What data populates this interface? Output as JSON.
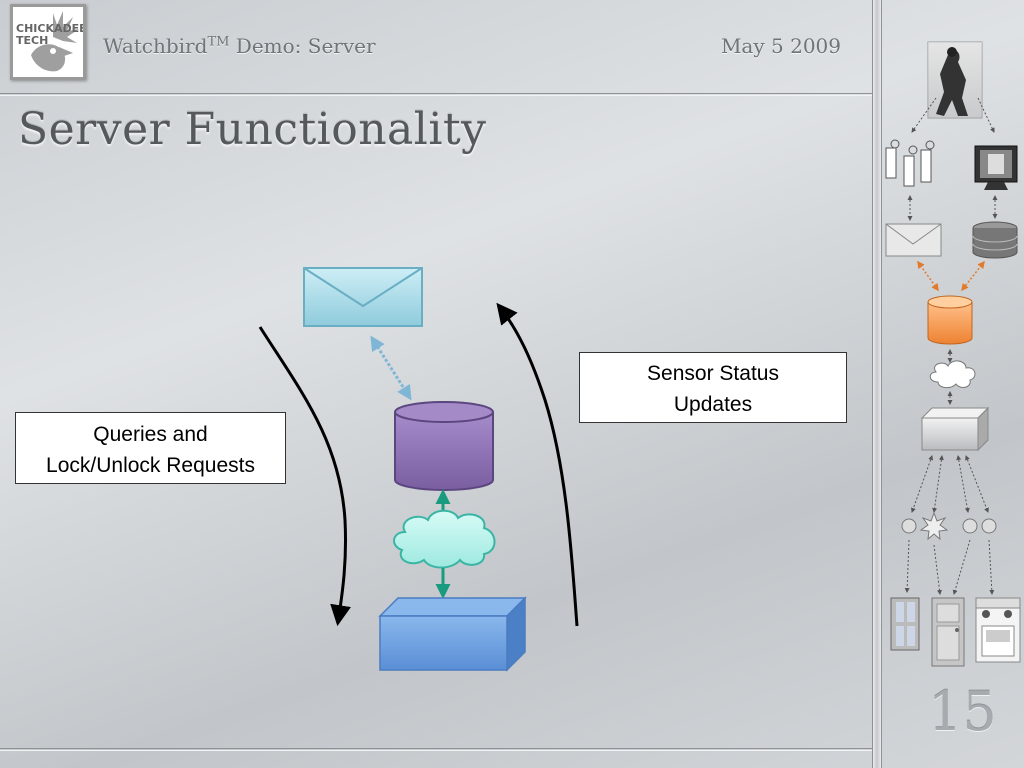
{
  "header": {
    "logo_line1": "CHICKADEE",
    "logo_line2": "TECH",
    "title_main": "Watchbird",
    "title_tm": "TM",
    "title_rest": " Demo: Server",
    "date": "May 5 2009"
  },
  "slide": {
    "title": "Server Functionality",
    "page_number": "15"
  },
  "diagram": {
    "left_label": [
      "Queries and",
      "Lock/Unlock Requests"
    ],
    "right_label": [
      "Sensor Status",
      "Updates"
    ],
    "nodes": [
      "mail-server",
      "database",
      "network-cloud",
      "hardware-box"
    ]
  },
  "colors": {
    "database": "#8f72b3",
    "mail": "#a8dbe8",
    "cloud": "#b9f2ec",
    "box": "#6d9fdc",
    "sidebar_db": "#f29a4e",
    "connector": "#1a9b7f"
  }
}
